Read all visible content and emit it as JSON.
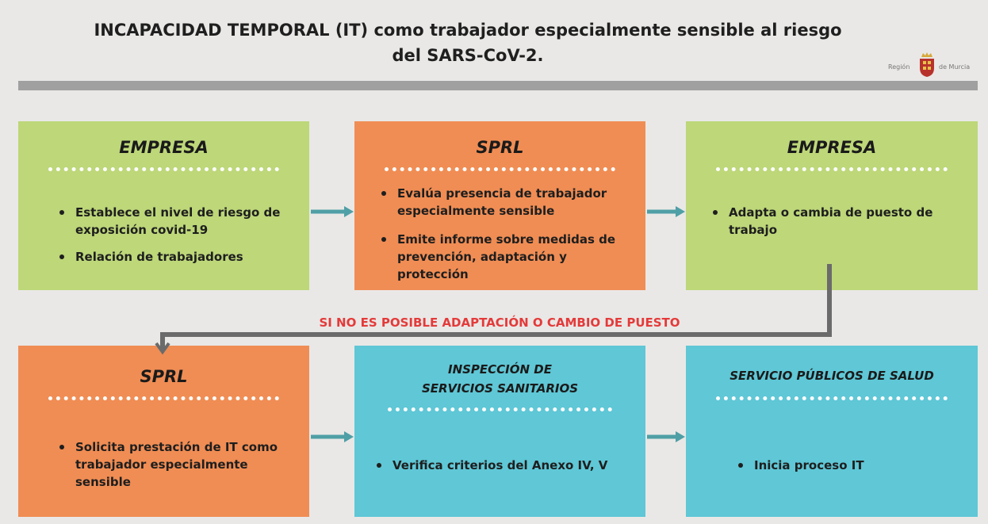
{
  "title": {
    "line1": "INCAPACIDAD TEMPORAL (IT) como trabajador especialmente sensible al riesgo",
    "line2": "del SARS-CoV-2."
  },
  "logo": {
    "left_text": "Región",
    "right_text": "de Murcia"
  },
  "row1": [
    {
      "heading": "EMPRESA",
      "color": "#bdd779",
      "bullets": [
        "Establece el nivel de riesgo de exposición covid-19",
        "Relación de trabajadores"
      ]
    },
    {
      "heading": "SPRL",
      "color": "#f08d54",
      "bullets": [
        "Evalúa presencia de trabajador especialmente sensible",
        "Emite informe sobre medidas de prevención, adaptación y protección"
      ]
    },
    {
      "heading": "EMPRESA",
      "color": "#bdd779",
      "bullets": [
        "Adapta o cambia de puesto de trabajo"
      ]
    }
  ],
  "condition_label": "SI NO ES POSIBLE ADAPTACIÓN O CAMBIO DE PUESTO",
  "row2": [
    {
      "heading": "SPRL",
      "color": "#f08d54",
      "bullets": [
        "Solicita prestación de IT como trabajador especialmente sensible"
      ]
    },
    {
      "heading_line1": "INSPECCIÓN DE",
      "heading_line2": "SERVICIOS SANITARIOS",
      "color": "#5fc7d6",
      "bullets": [
        "Verifica criterios del Anexo IV, V"
      ]
    },
    {
      "heading": "SERVICIO PÚBLICOS DE SALUD",
      "color": "#5fc7d6",
      "bullets": [
        "Inicia proceso IT"
      ]
    }
  ],
  "colors": {
    "arrow": "#4f9fa6",
    "connector": "#6b6b6b",
    "condition_text": "#e43a3a",
    "header_bar": "#a0a0a0"
  }
}
